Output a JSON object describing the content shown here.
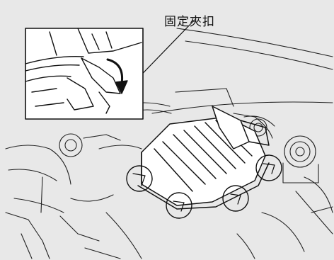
{
  "callout": {
    "label": "固定夾扣"
  },
  "icons": {
    "illustration": "engine-air-cleaner-illustration",
    "inset": "clip-closeup-inset",
    "arrow": "rotation-arrow-icon"
  },
  "colors": {
    "background": "#e8e8e8",
    "line": "#111111",
    "inset_bg": "#ffffff"
  }
}
